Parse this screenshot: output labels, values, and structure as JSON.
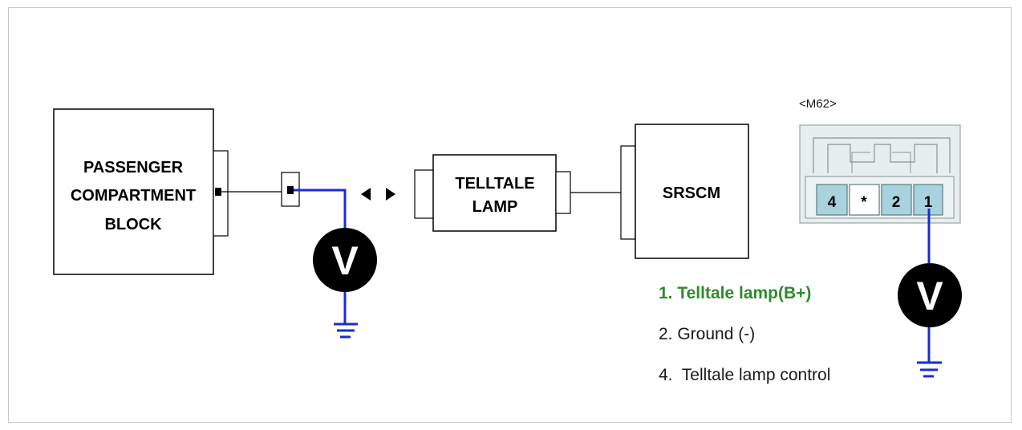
{
  "diagram": {
    "passenger_block": {
      "lines": [
        "PASSENGER",
        "COMPARTMENT",
        "BLOCK"
      ]
    },
    "telltale_lamp": {
      "lines": [
        "TELLTALE",
        "LAMP"
      ]
    },
    "srscm": {
      "label": "SRSCM"
    },
    "connector": {
      "name": "<M62>",
      "pins": [
        "4",
        "*",
        "2",
        "1"
      ]
    },
    "meter_symbol": "V",
    "legend": [
      {
        "text": "1. Telltale lamp(B+)",
        "highlight": true
      },
      {
        "text": "2. Ground (-)",
        "highlight": false
      },
      {
        "text": "4.  Telltale lamp control",
        "highlight": false
      }
    ],
    "colors": {
      "probe_wire": "#1a2bd6",
      "highlight_text": "#2e8b2e",
      "connector_pin": "#a8d2de",
      "connector_body": "#e6eeee"
    }
  }
}
